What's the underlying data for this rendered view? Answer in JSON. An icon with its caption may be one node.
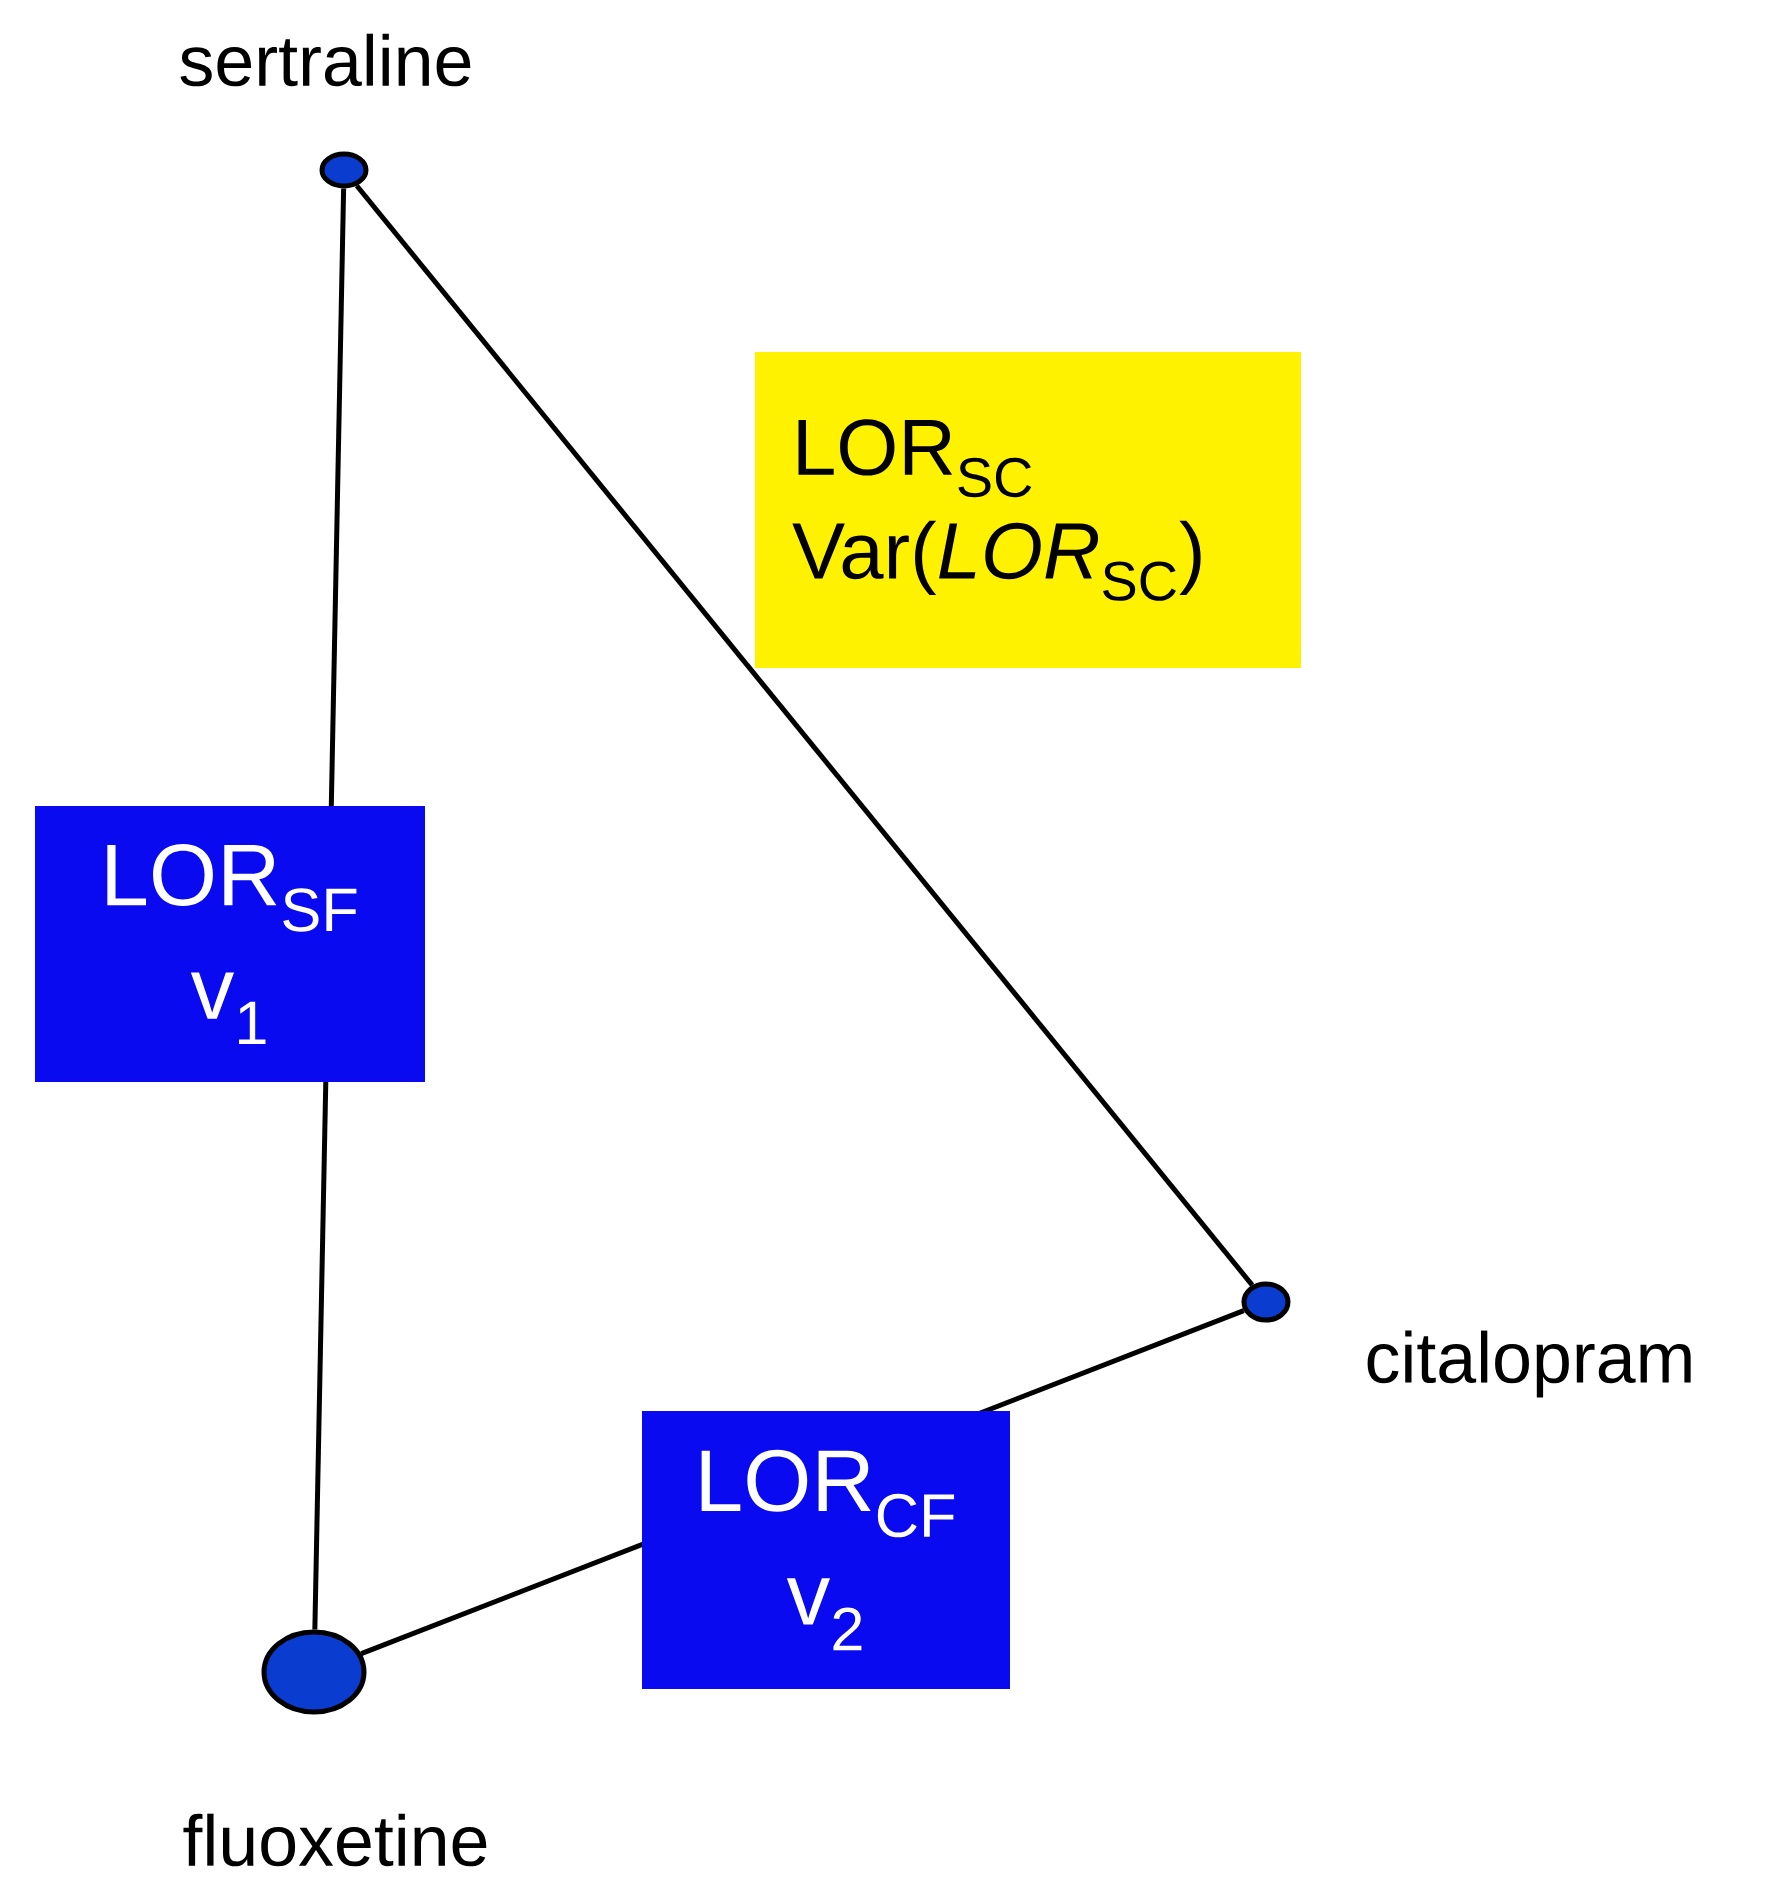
{
  "diagram": {
    "nodes": [
      {
        "text": [],
        "shape": "circle",
        "beside": [
          "sertraline"
        ]
      },
      {
        "text": [],
        "shape": "circle",
        "beside": [
          "citalopram"
        ]
      },
      {
        "text": [],
        "shape": "circle",
        "beside": [
          "fluoxetine"
        ]
      }
    ],
    "edges": [
      {
        "from": 0,
        "to": 2,
        "arrow": "none",
        "label": "LOR$_{SF}$ v$_{1}$"
      },
      {
        "from": 0,
        "to": 1,
        "arrow": "none",
        "label": "LOR$_{SC}$ Var(*LOR*$_{SC}$)"
      },
      {
        "from": 1,
        "to": 2,
        "arrow": "none",
        "label": "LOR$_{CF}$ v$_{2}$"
      }
    ]
  }
}
